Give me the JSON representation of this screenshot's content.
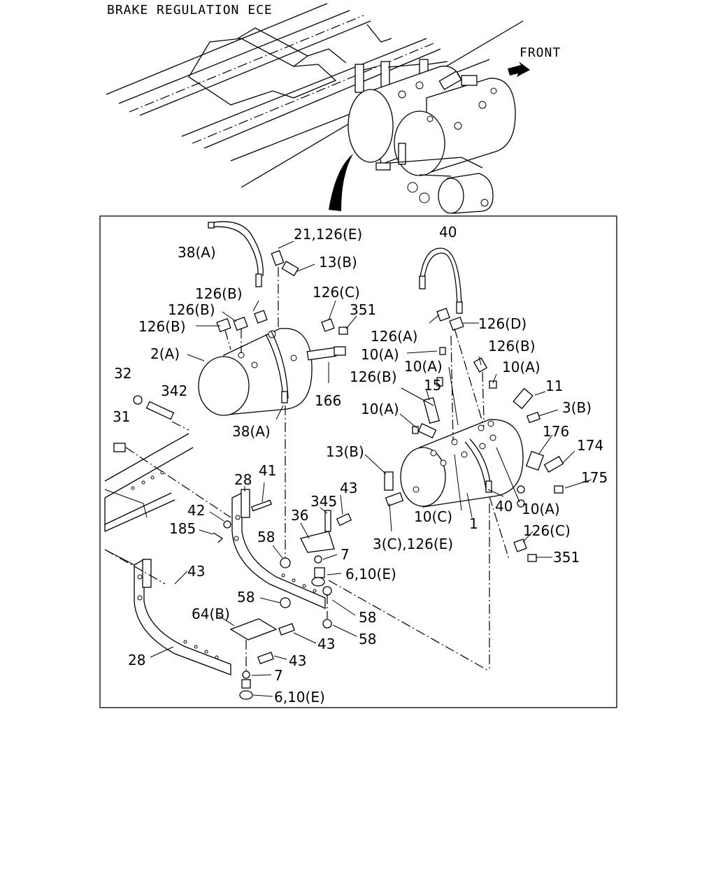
{
  "header": {
    "title": "BRAKE REGULATION ECE",
    "front": "FRONT"
  },
  "callouts": {
    "c38a_top": "38(A)",
    "c21_126e": "21,126(E)",
    "c13b_top": "13(B)",
    "c126b_1": "126(B)",
    "c126b_2": "126(B)",
    "c126b_3": "126(B)",
    "c126c_top": "126(C)",
    "c351_top": "351",
    "c2a": "2(A)",
    "c166": "166",
    "c32": "32",
    "c342": "342",
    "c31": "31",
    "c38a_bot": "38(A)",
    "c40_top": "40",
    "c126a": "126(A)",
    "c126d": "126(D)",
    "c10a_1": "10(A)",
    "c126b_r": "126(B)",
    "c10a_2": "10(A)",
    "c10a_3": "10(A)",
    "c126b_l": "126(B)",
    "c15": "15",
    "c11": "11",
    "c10a_4": "10(A)",
    "c3b": "3(B)",
    "c176": "176",
    "c174": "174",
    "c13b_mid": "13(B)",
    "c175": "175",
    "c28_top": "28",
    "c41": "41",
    "c43_top": "43",
    "c345": "345",
    "c40_bot": "40",
    "c10a_5": "10(A)",
    "c42": "42",
    "c36": "36",
    "c10c": "10(C)",
    "c1": "1",
    "c185": "185",
    "c58_1": "58",
    "c3c_126e": "3(C),126(E)",
    "c126c_bot": "126(C)",
    "c7_top": "7",
    "c351_bot": "351",
    "c43_left": "43",
    "c6_10e_top": "6,10(E)",
    "c58_2": "58",
    "c64b": "64(B)",
    "c58_3": "58",
    "c43_mid": "43",
    "c58_4": "58",
    "c28_bot": "28",
    "c43_low": "43",
    "c7_bot": "7",
    "c6_10e_bot": "6,10(E)"
  }
}
